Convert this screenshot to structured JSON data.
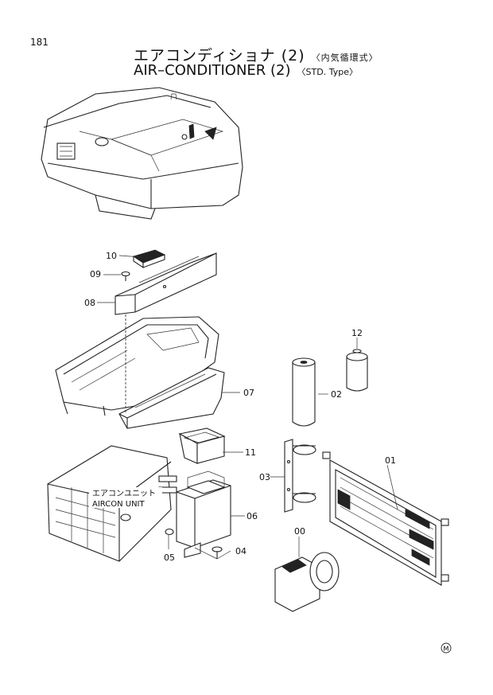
{
  "page_number": "181",
  "title_jp": "エアコンディショナ (2)",
  "title_jp_sub": "〈内気循環式〉",
  "title_en": "AIR–CONDITIONER (2)",
  "title_en_sub": "〈STD. Type〉",
  "unit_label_jp": "エアコンユニット",
  "unit_label_en": "AIRCON UNIT",
  "mark": "M",
  "parts": [
    {
      "id": "00"
    },
    {
      "id": "01"
    },
    {
      "id": "02"
    },
    {
      "id": "03"
    },
    {
      "id": "04"
    },
    {
      "id": "05"
    },
    {
      "id": "06"
    },
    {
      "id": "07"
    },
    {
      "id": "08"
    },
    {
      "id": "09"
    },
    {
      "id": "10"
    },
    {
      "id": "11"
    },
    {
      "id": "12"
    }
  ]
}
